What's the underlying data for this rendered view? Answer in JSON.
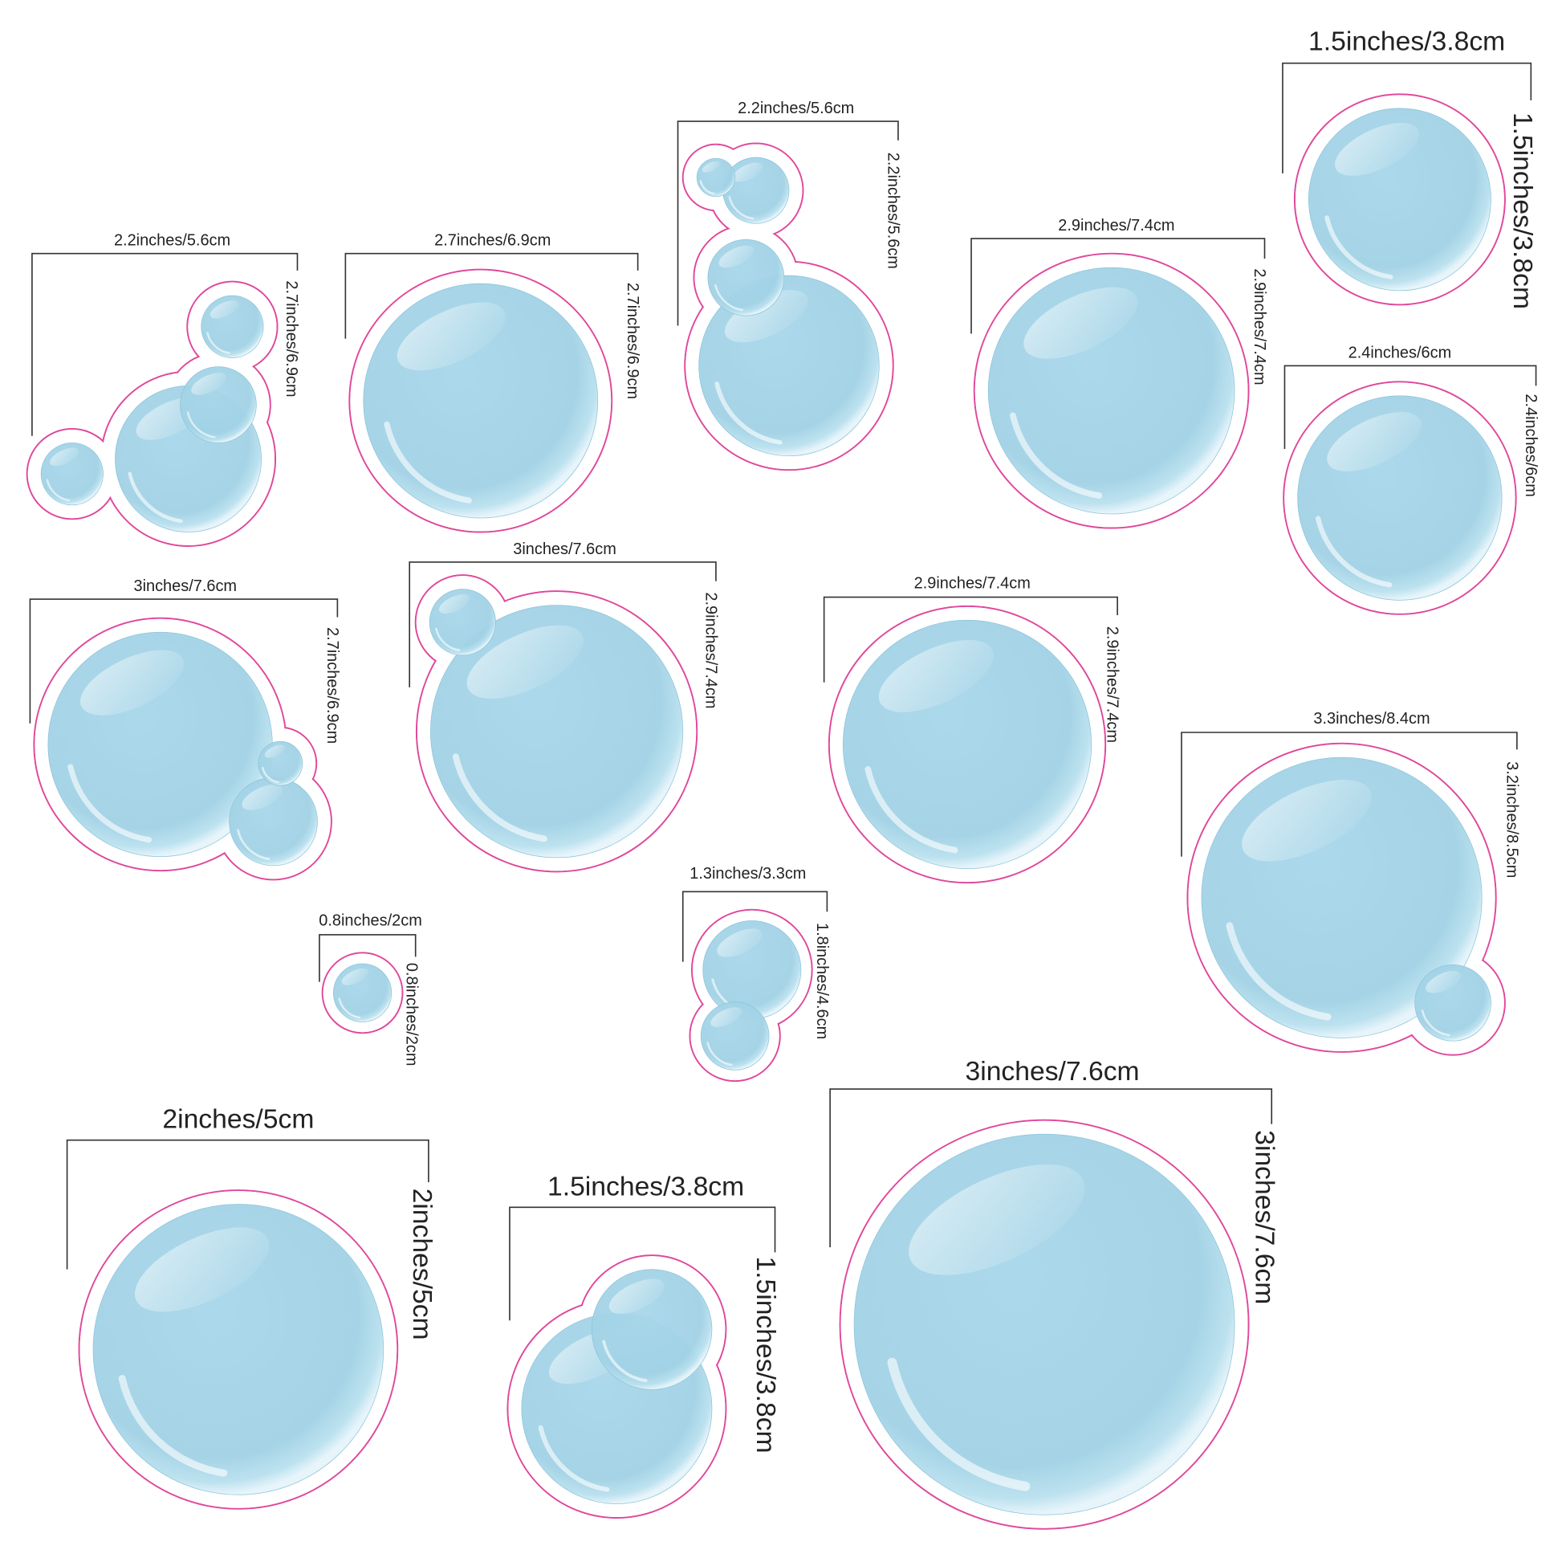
{
  "colors": {
    "bubble": "#a3d3e6",
    "bubble_edge": "#8cc4db",
    "outline": "#e0479b",
    "bracket": "#333333"
  },
  "stickers": [
    {
      "width": "2.2inches/5.6cm",
      "height": "2.7inches/6.9cm"
    },
    {
      "width": "2.7inches/6.9cm",
      "height": "2.7inches/6.9cm"
    },
    {
      "width": "2.2inches/5.6cm",
      "height": "2.2inches/5.6cm"
    },
    {
      "width": "2.9inches/7.4cm",
      "height": "2.9inches/7.4cm"
    },
    {
      "width": "1.5inches/3.8cm",
      "height": "1.5inches/3.8cm"
    },
    {
      "width": "2.4inches/6cm",
      "height": "2.4inches/6cm"
    },
    {
      "width": "3inches/7.6cm",
      "height": "2.7inches/6.9cm"
    },
    {
      "width": "3inches/7.6cm",
      "height": "2.9inches/7.4cm"
    },
    {
      "width": "2.9inches/7.4cm",
      "height": "2.9inches/7.4cm"
    },
    {
      "width": "3.3inches/8.4cm",
      "height": "3.2inches/8.5cm"
    },
    {
      "width": "0.8inches/2cm",
      "height": "0.8inches/2cm"
    },
    {
      "width": "1.3inches/3.3cm",
      "height": "1.8inches/4.6cm"
    },
    {
      "width": "2inches/5cm",
      "height": "2inches/5cm"
    },
    {
      "width": "1.5inches/3.8cm",
      "height": "1.5inches/3.8cm"
    },
    {
      "width": "3inches/7.6cm",
      "height": "3inches/7.6cm"
    }
  ]
}
